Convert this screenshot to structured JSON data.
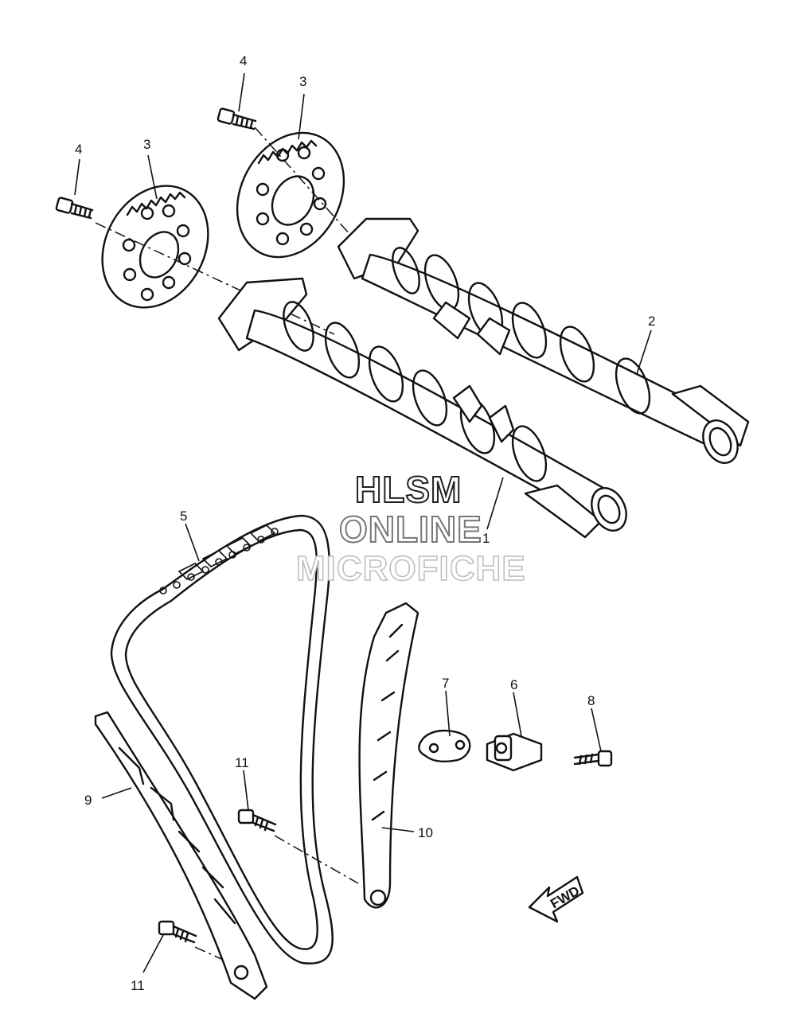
{
  "diagram": {
    "callouts": {
      "c1": "1",
      "c2": "2",
      "c3a": "3",
      "c3b": "3",
      "c4a": "4",
      "c4b": "4",
      "c5": "5",
      "c6": "6",
      "c7": "7",
      "c8": "8",
      "c9": "9",
      "c10": "10",
      "c11a": "11",
      "c11b": "11"
    },
    "fwd_label": "FWD"
  },
  "watermark": {
    "line1": "HLSM",
    "line2": "ONLINE",
    "line3": "MICROFICHE"
  }
}
